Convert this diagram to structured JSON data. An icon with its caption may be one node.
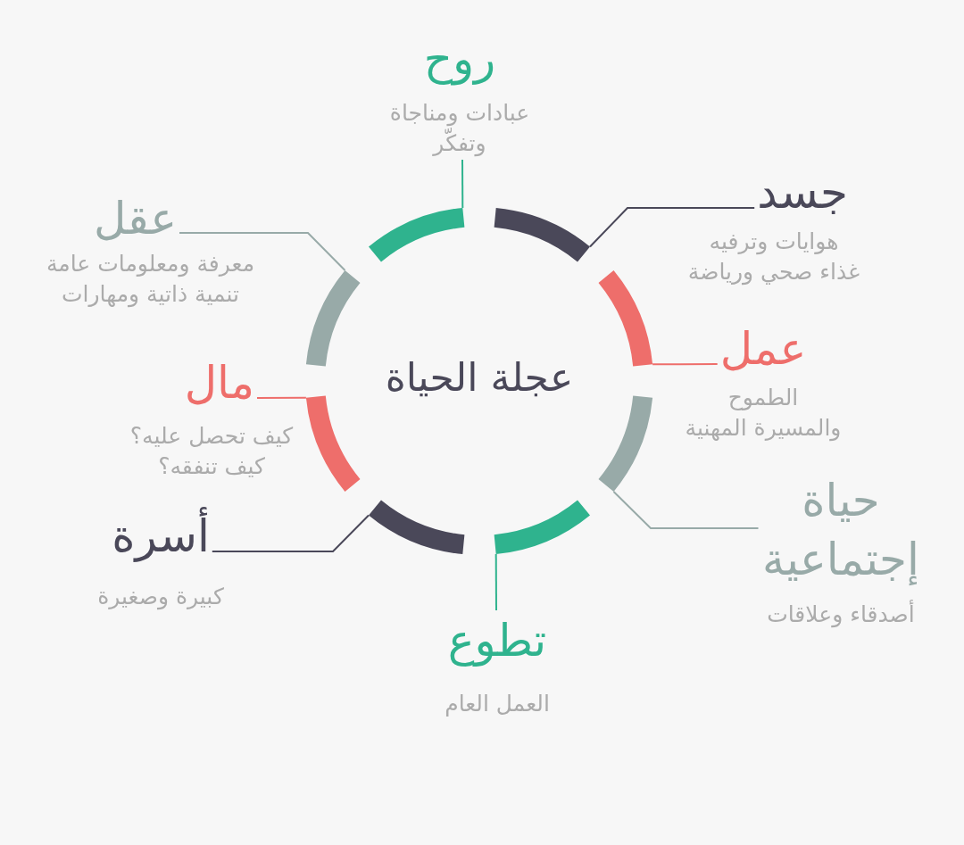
{
  "diagram": {
    "title": "عجلة الحياة",
    "nodes": [
      {
        "text": [
          "روح",
          "عبادات ومناجاة وتفكّر"
        ]
      },
      {
        "text": [
          "جسد",
          "هوايات وترفيه غذاء صحي ورياضة"
        ]
      },
      {
        "text": [
          "عقل",
          "معرفة ومعلومات عامة تنمية ذاتية ومهارات"
        ]
      },
      {
        "text": [
          "عمل",
          "الطموح والمسيرة المهنية"
        ]
      },
      {
        "text": [
          "مال",
          "كيف تحصل عليه؟ كيف تنفقه؟"
        ]
      },
      {
        "text": [
          "حياة إجتماعية",
          "أصدقاء وعلاقات"
        ]
      },
      {
        "text": [
          "أسرة",
          "كبيرة وصغيرة"
        ]
      },
      {
        "text": [
          "تطوع",
          "العمل العام"
        ]
      },
      {
        "text": [],
        "shape": "arc"
      },
      {
        "text": [],
        "shape": "arc"
      },
      {
        "text": [],
        "shape": "arc"
      },
      {
        "text": [],
        "shape": "arc"
      },
      {
        "text": [],
        "shape": "arc"
      },
      {
        "text": [],
        "shape": "arc"
      },
      {
        "text": [],
        "shape": "arc"
      },
      {
        "text": [],
        "shape": "arc"
      }
    ],
    "edges": [
      {
        "from": 0,
        "to": 8,
        "arrow": "none",
        "color": "#2fb38e"
      },
      {
        "from": 1,
        "to": 9,
        "arrow": "none",
        "color": "#4a4859"
      },
      {
        "from": 2,
        "to": 10,
        "arrow": "none",
        "color": "#98aaa8"
      },
      {
        "from": 3,
        "to": 11,
        "arrow": "none",
        "color": "#ee6e6b"
      },
      {
        "from": 4,
        "to": 12,
        "arrow": "none",
        "color": "#ee6e6b"
      },
      {
        "from": 5,
        "to": 13,
        "arrow": "none",
        "color": "#98aaa8"
      },
      {
        "from": 6,
        "to": 14,
        "arrow": "none",
        "color": "#4a4859"
      },
      {
        "from": 7,
        "to": 15,
        "arrow": "none",
        "color": "#2fb38e"
      }
    ]
  }
}
